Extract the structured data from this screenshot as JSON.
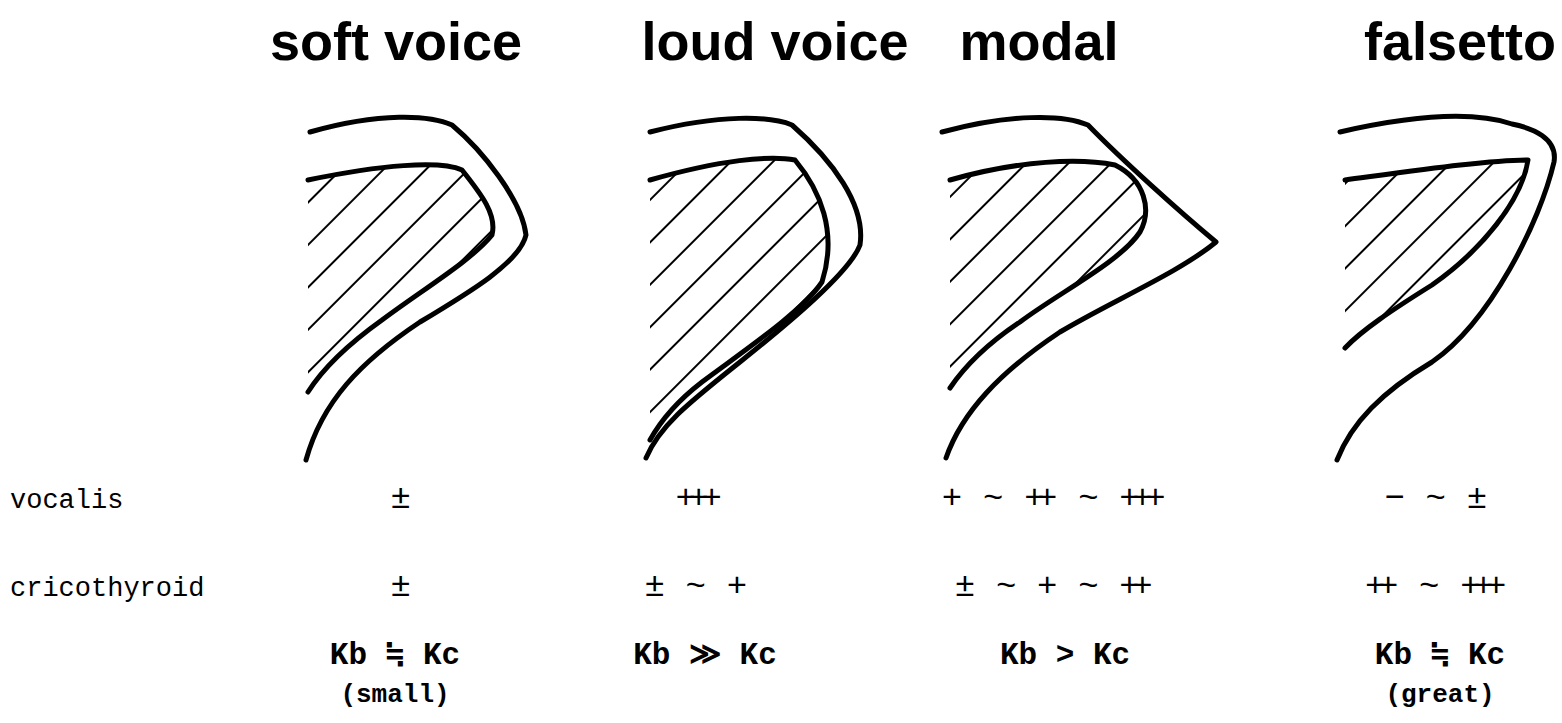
{
  "diagram": {
    "labels": [
      "soft voice",
      "loud voice",
      "modal",
      "falsetto",
      "vocalis",
      "cricothyroid",
      "±",
      "+++",
      "+ ~ ++ ~ +++",
      "− ~ ±",
      "±",
      "± ~ +",
      "± ~ + ~ ++",
      "++ ~ +++",
      "Kb ≒ Kc",
      "Kb ≫ Kc",
      "Kb > Kc",
      "Kb ≒ Kc",
      "(small)",
      "(great)"
    ]
  }
}
